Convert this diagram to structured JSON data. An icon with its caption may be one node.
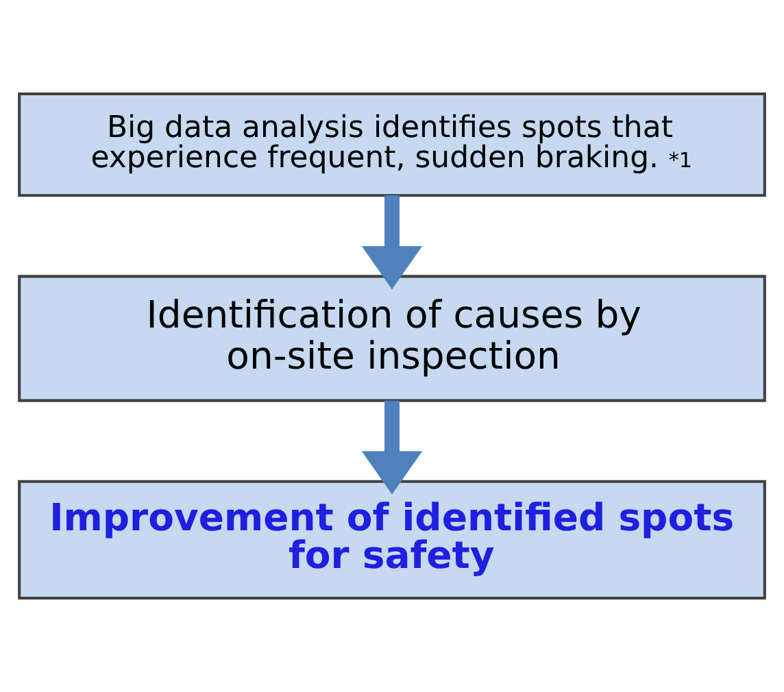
{
  "diagram": {
    "nodes": [
      {
        "text": [
          "Big data analysis identifies spots that experience frequent, sudden braking.$^{*1}$"
        ]
      },
      {
        "text": [
          "Identification of causes by on-site inspection"
        ]
      },
      {
        "text": [
          "Improvement of identified spots for safety"
        ]
      }
    ],
    "edges": [
      {
        "from": 0,
        "to": 1,
        "arrow": "to"
      },
      {
        "from": 1,
        "to": 2,
        "arrow": "to"
      }
    ]
  }
}
